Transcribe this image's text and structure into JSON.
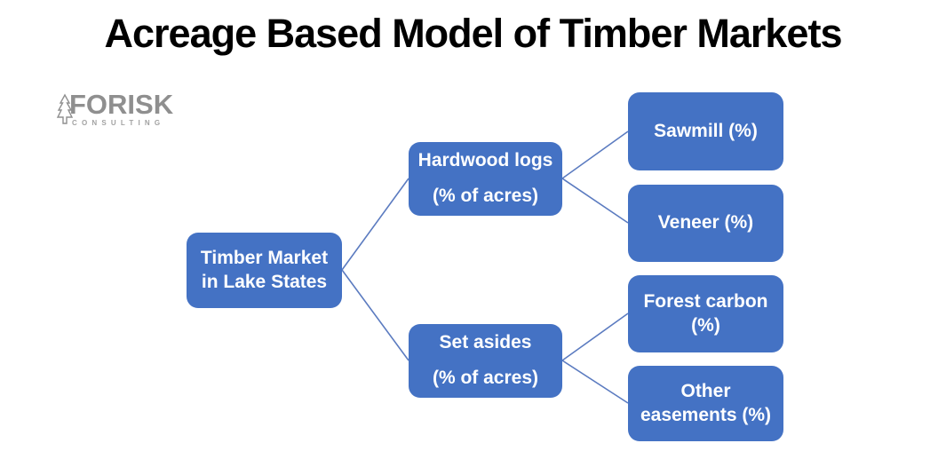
{
  "title": "Acreage Based Model of Timber Markets",
  "logo": {
    "name": "FORISK",
    "subtitle": "CONSULTING"
  },
  "colors": {
    "node_fill": "#4472C4",
    "node_text": "#FFFFFF",
    "connector": "#5B7BC0",
    "title_text": "#000000",
    "logo_gray": "#8F8F8F"
  },
  "diagram": {
    "nodes": {
      "root": {
        "lines": [
          "Timber Market",
          "in Lake States"
        ]
      },
      "hardwood": {
        "lines": [
          "Hardwood logs",
          "(% of acres)"
        ]
      },
      "set_asides": {
        "lines": [
          "Set asides",
          "(% of acres)"
        ]
      },
      "sawmill": {
        "lines": [
          "Sawmill (%)"
        ]
      },
      "veneer": {
        "lines": [
          "Veneer (%)"
        ]
      },
      "forest_carbon": {
        "lines": [
          "Forest carbon",
          "(%)"
        ]
      },
      "other_easements": {
        "lines": [
          "Other",
          "easements (%)"
        ]
      }
    },
    "edges": [
      {
        "from": "root",
        "to": "hardwood"
      },
      {
        "from": "root",
        "to": "set_asides"
      },
      {
        "from": "hardwood",
        "to": "sawmill"
      },
      {
        "from": "hardwood",
        "to": "veneer"
      },
      {
        "from": "set_asides",
        "to": "forest_carbon"
      },
      {
        "from": "set_asides",
        "to": "other_easements"
      }
    ]
  }
}
